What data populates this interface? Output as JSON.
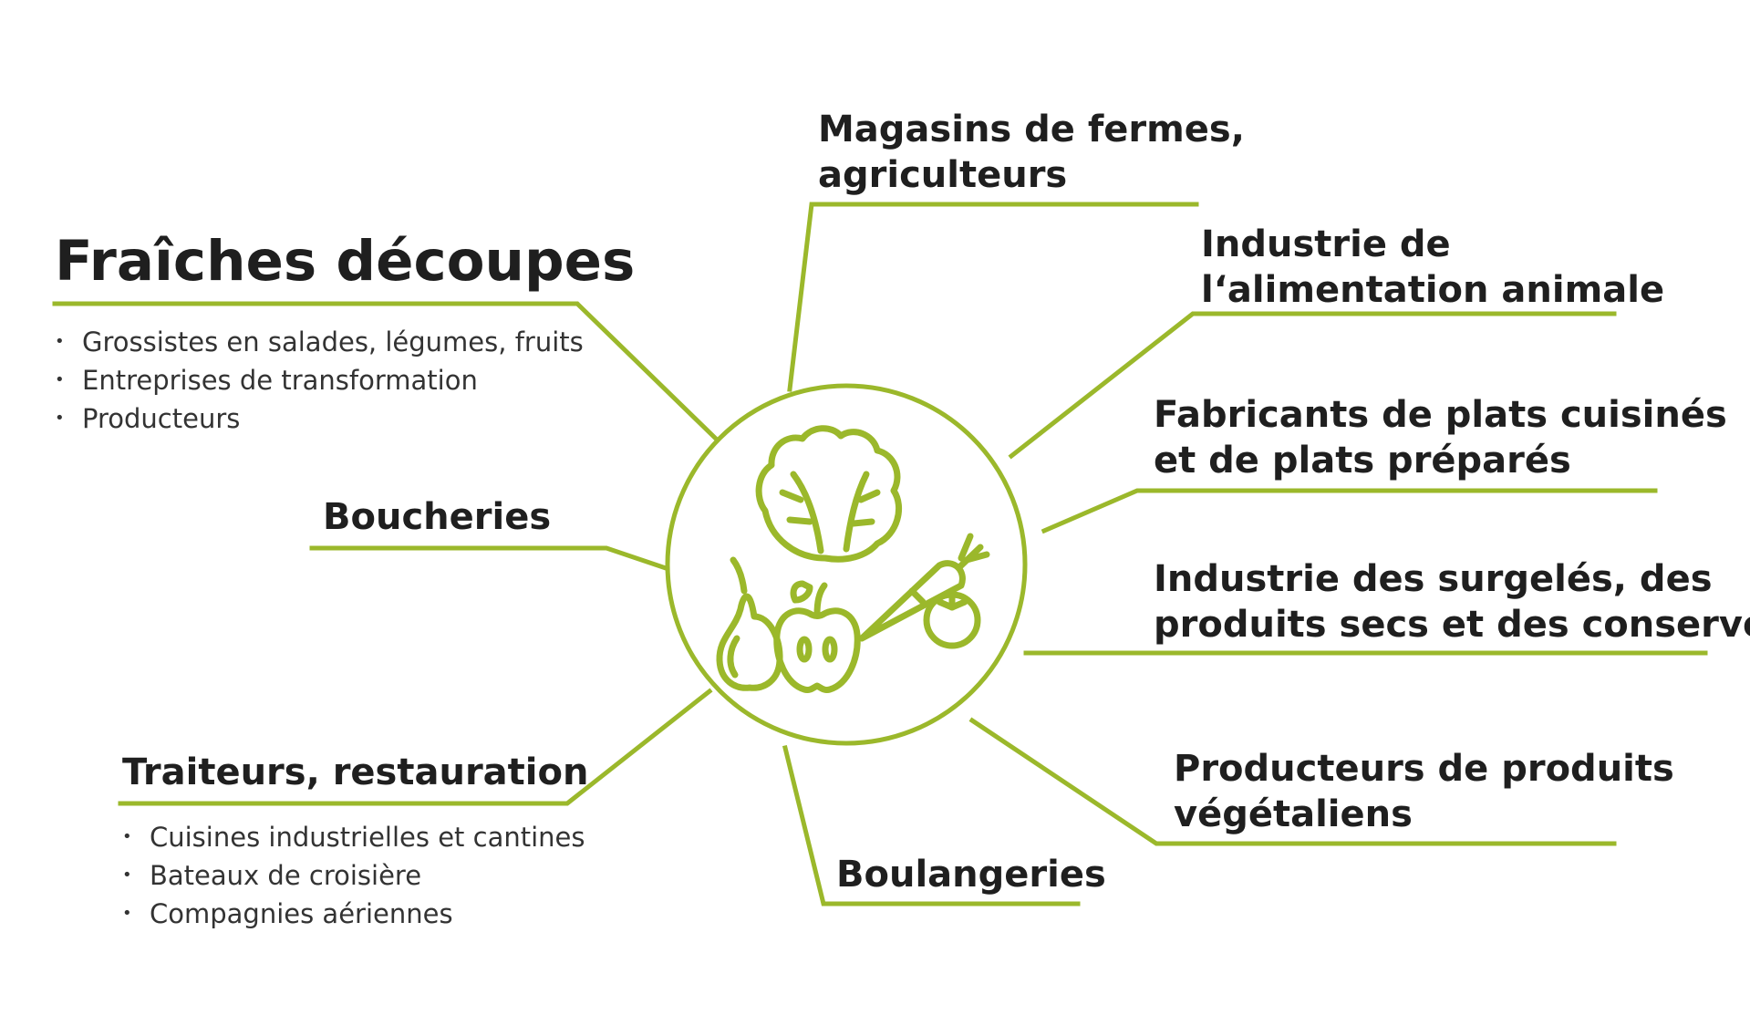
{
  "accent_color": "#9bb82b",
  "text_color": "#1f1f1f",
  "center": {
    "icon": "fruits-and-vegetables-icon"
  },
  "segments": {
    "fraiches": {
      "title": "Fraîches découpes",
      "items": [
        "Grossistes en salades, légumes, fruits",
        "Entreprises de transformation",
        "Producteurs"
      ]
    },
    "boucheries": {
      "title": "Boucheries"
    },
    "traiteurs": {
      "title": "Traiteurs, restauration",
      "items": [
        "Cuisines industrielles et cantines",
        "Bateaux de croisière",
        "Compagnies aériennes"
      ]
    },
    "magasins": {
      "line1": "Magasins de fermes,",
      "line2": "agriculteurs"
    },
    "alimentation": {
      "line1": "Industrie de",
      "line2": "l‘alimentation animale"
    },
    "fabricants": {
      "line1": "Fabricants de plats cuisinés",
      "line2": "et de plats préparés"
    },
    "surgeles": {
      "line1": "Industrie des surgelés, des",
      "line2": "produits secs et des conserves"
    },
    "vegetaliens": {
      "line1": "Producteurs de produits",
      "line2": "végétaliens"
    },
    "boulangeries": {
      "title": "Boulangeries"
    }
  }
}
